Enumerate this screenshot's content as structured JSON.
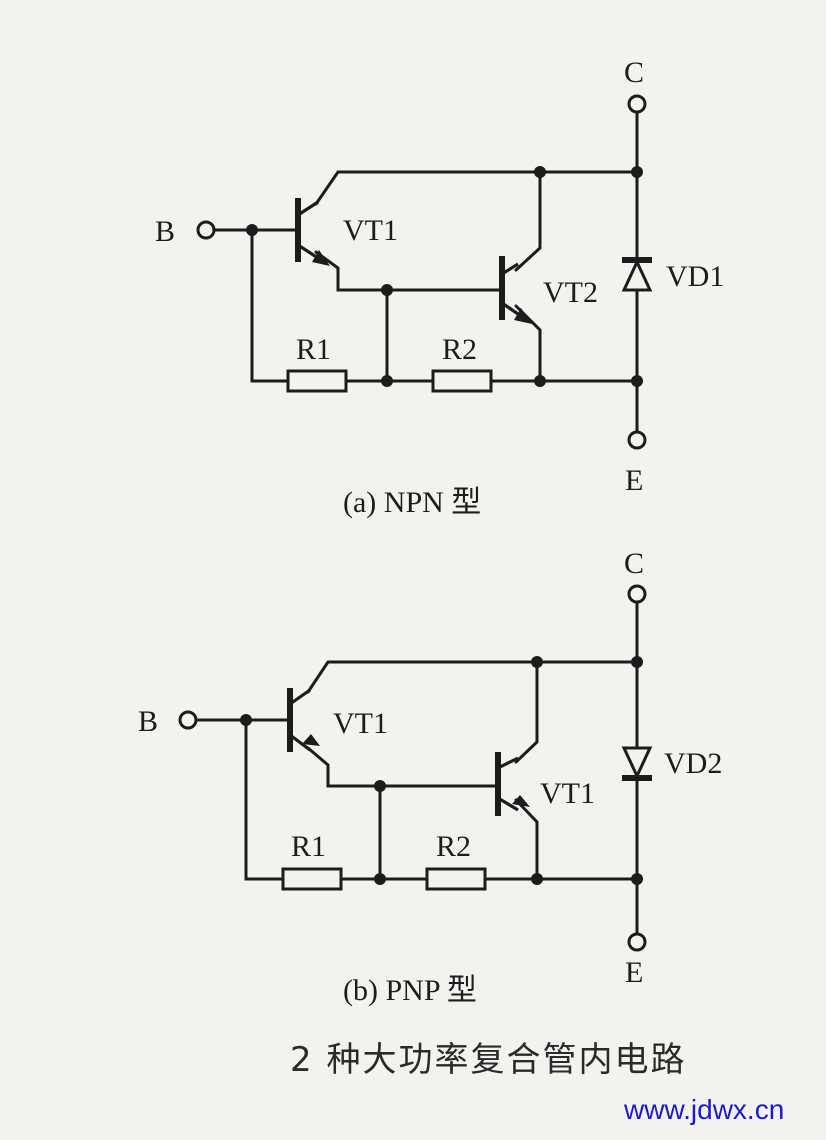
{
  "diagram_a": {
    "terminal_b": "B",
    "terminal_c": "C",
    "terminal_e": "E",
    "transistor_1": "VT1",
    "transistor_2": "VT2",
    "diode": "VD1",
    "resistor_1": "R1",
    "resistor_2": "R2",
    "caption": "(a) NPN 型"
  },
  "diagram_b": {
    "terminal_b": "B",
    "terminal_c": "C",
    "terminal_e": "E",
    "transistor_1": "VT1",
    "transistor_2": "VT1",
    "diode": "VD2",
    "resistor_1": "R1",
    "resistor_2": "R2",
    "caption": "(b) PNP 型"
  },
  "title": "2 种大功率复合管内电路",
  "watermark": "www.jdwx.cn"
}
